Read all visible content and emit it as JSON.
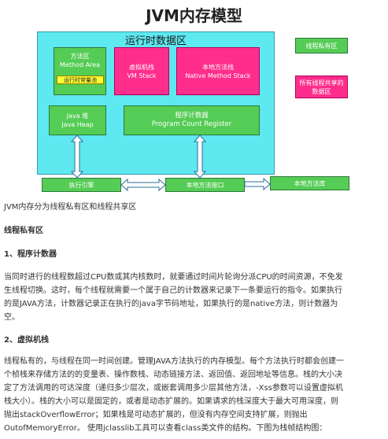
{
  "diagram": {
    "title": "JVM内存模型",
    "runtime_area_label": "运行时数据区",
    "method_area": [
      "方法区",
      "Method Area"
    ],
    "constant_pool": "运行时常量池",
    "vm_stack": [
      "虚拟机栈",
      "VM Stack"
    ],
    "native_stack": [
      "本地方法栈",
      "Native Method Stack"
    ],
    "java_heap": [
      "Java 堆",
      "Java Heap"
    ],
    "pc_register": [
      "程序计数器",
      "Program Count Register"
    ],
    "private_legend": "线程私有区",
    "shared_legend": [
      "所有线程共享的",
      "数据区"
    ],
    "exec_engine": "执行引擎",
    "native_interface": "本地方法接口",
    "native_library": "本地方法库",
    "colors": {
      "private": "#55cc55",
      "shared": "#ff2d8c",
      "runtime_bg": "#5ee8f0",
      "const_pool": "#ffff33"
    }
  },
  "article": {
    "caption": "JVM内存分为线程私有区和线程共享区",
    "section_title": "线程私有区",
    "s1_title": "1、程序计数器",
    "s1_lines": [
      "当同时进行的线程数超过CPU数或其内核数时，就要通过时间片轮询分派CPU的时间资源，不免发",
      "生线程切换。这时，每个线程就需要一个属于自己的计数器来记录下一条要运行的指令。如果执行",
      "的是JAVA方法，计数器记录正在执行的java字节码地址，如果执行的是native方法，则计数器为",
      "空。"
    ],
    "s2_title": "2、虚拟机栈",
    "s2_lines": [
      "线程私有的，与线程在同一时间创建。管理JAVA方法执行的内存模型。每个方法执行时都会创建一",
      "个桢栈来存储方法的的变量表、操作数栈、动态链接方法、返回值、返回地址等信息。栈的大小决",
      "定了方法调用的可达深度（递归多少层次，或嵌套调用多少层其他方法，-Xss参数可以设置虚拟机",
      "栈大小）。栈的大小可以是固定的，或者是动态扩展的。如果请求的栈深度大于最大可用深度，则",
      "抛出stackOverflowError；如果栈是可动态扩展的，但没有内存空间支持扩展，则抛出",
      "OutofMemoryError。 使用jclasslib工具可以查看class类文件的结构。下图为栈帧结构图："
    ]
  }
}
